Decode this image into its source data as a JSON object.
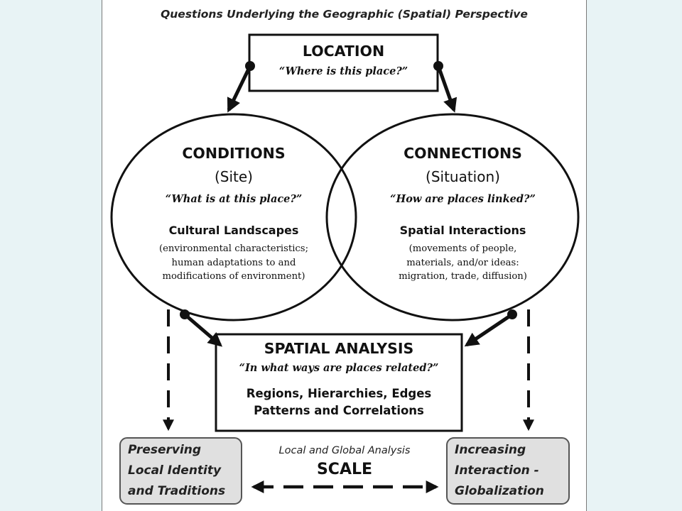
{
  "title": "Questions Underlying the Geographic (Spatial) Perspective",
  "location": {
    "heading": "LOCATION",
    "question": "“Where is this place?”"
  },
  "conditions": {
    "heading": "CONDITIONS",
    "subheading": "(Site)",
    "question": "“What is at this place?”",
    "topic": "Cultural Landscapes",
    "details": [
      "(environmental characteristics;",
      "human adaptations to and",
      "modifications of environment)"
    ]
  },
  "connections": {
    "heading": "CONNECTIONS",
    "subheading": "(Situation)",
    "question": "“How are places linked?”",
    "topic": "Spatial Interactions",
    "details": [
      "(movements of people,",
      "materials, and/or ideas:",
      "migration, trade, diffusion)"
    ]
  },
  "spatial_analysis": {
    "heading": "SPATIAL ANALYSIS",
    "question": "“In what ways are places related?”",
    "topics": [
      "Regions, Hierarchies, Edges",
      "Patterns and Correlations"
    ]
  },
  "left_box": {
    "lines": [
      "Preserving",
      "Local Identity",
      "and Traditions"
    ]
  },
  "right_box": {
    "lines": [
      "Increasing",
      "Interaction -",
      "Globalization"
    ]
  },
  "scale": {
    "caption": "Local and Global Analysis",
    "label": "SCALE"
  },
  "colors": {
    "background": "#e8f3f5",
    "slide": "#ffffff",
    "side_box_fill": "#e0e0e0",
    "ink": "#111111"
  }
}
